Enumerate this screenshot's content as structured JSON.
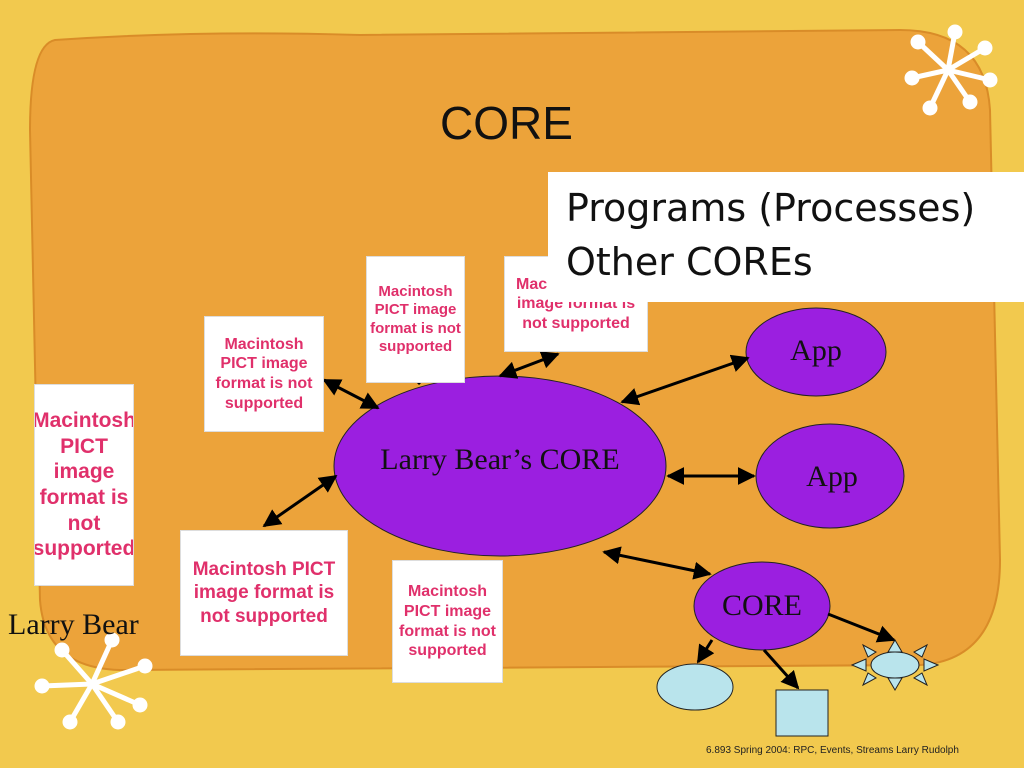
{
  "slide": {
    "title": "CORE",
    "callout": {
      "line1": "Programs (Processes)",
      "line2": "Other COREs"
    },
    "placeholder_text": "Macintosh PICT image format is not supported",
    "nodes": {
      "core_main": "Larry Bear’s CORE",
      "app_top": "App",
      "app_mid": "App",
      "core_sub": "CORE"
    },
    "person_label": "Larry Bear",
    "footer": "6.893 Spring 2004: RPC, Events, Streams Larry Rudolph"
  },
  "colors": {
    "background": "#f2c94e",
    "panel": "#eca33a",
    "node_fill": "#9b1fe0",
    "leaf_fill": "#b9e4ec",
    "pict_text": "#e0306b",
    "star": "#ffffff"
  }
}
